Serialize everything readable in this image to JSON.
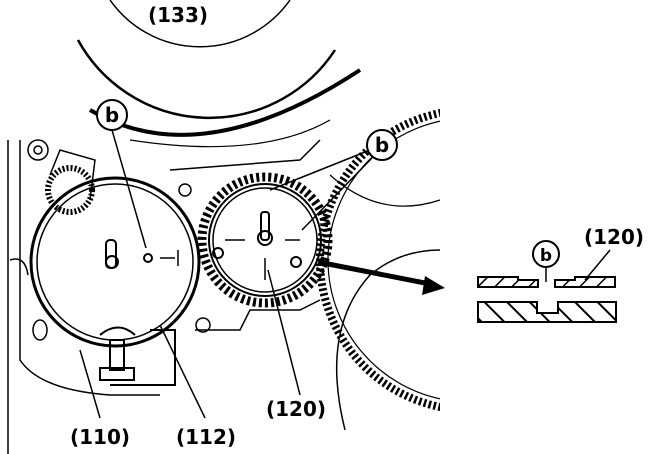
{
  "labels": {
    "part_133": "(133)",
    "part_120_main": "(120)",
    "part_120_detail": "(120)",
    "part_110": "(110)",
    "part_112": "(112)",
    "callout_b_left": "b",
    "callout_b_right": "b",
    "callout_b_detail": "b"
  },
  "colors": {
    "ink": "#000000",
    "paper": "#ffffff"
  }
}
